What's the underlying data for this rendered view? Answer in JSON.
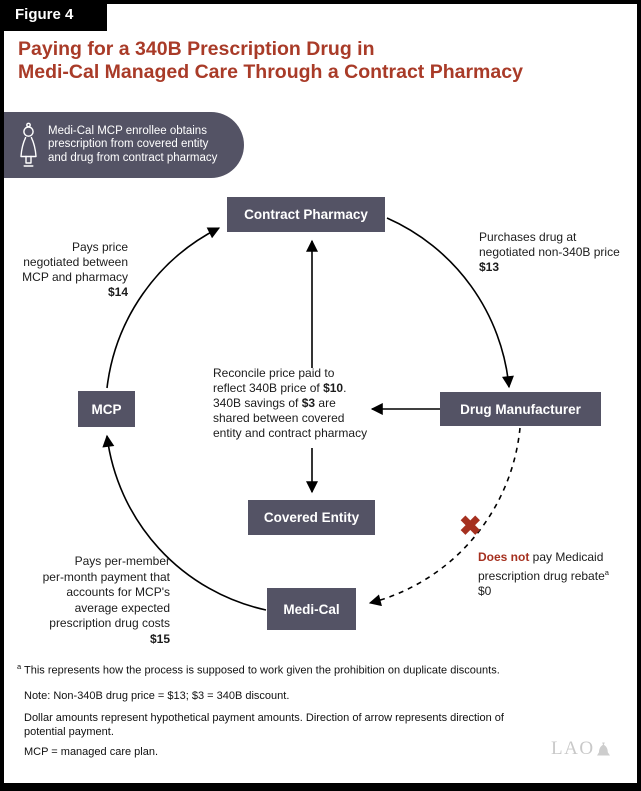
{
  "figure_label": "Figure 4",
  "title": {
    "line1": "Paying for a 340B Prescription Drug in",
    "line2": "Medi-Cal Managed Care Through a Contract Pharmacy"
  },
  "callout": {
    "icon": "enrollee-icon",
    "text": "Medi-Cal MCP enrollee obtains prescription from covered entity and drug from contract pharmacy"
  },
  "nodes": {
    "contract_pharmacy": "Contract Pharmacy",
    "mcp": "MCP",
    "drug_manufacturer": "Drug Manufacturer",
    "covered_entity": "Covered Entity",
    "medi_cal": "Medi-Cal"
  },
  "annotations": {
    "mcp_payment": {
      "lines": [
        "Pays price",
        "negotiated between",
        "MCP and pharmacy"
      ],
      "amount": "$14"
    },
    "purchase": {
      "lines": [
        "Purchases drug at",
        "negotiated non-340B price"
      ],
      "amount": "$13"
    },
    "reconcile": {
      "l1": "Reconcile price paid to",
      "l2a": "reflect 340B price of ",
      "l2b": "$10",
      "l2c": ".",
      "l3a": "340B savings of ",
      "l3b": "$3",
      "l3c": " are",
      "l4": "shared between covered",
      "l5": "entity and contract pharmacy"
    },
    "rebate": {
      "bold": "Does not",
      "rest1": " pay Medicaid",
      "rest2": "prescription drug rebate",
      "sup": "a",
      "amount": "$0"
    },
    "capitation": {
      "lines": [
        "Pays per-member",
        "per-month payment that",
        "accounts for MCP's",
        "average expected",
        "prescription drug costs"
      ],
      "amount": "$15"
    }
  },
  "edges": [
    {
      "from": "MCP",
      "to": "Contract Pharmacy",
      "style": "solid",
      "annotation": "$14"
    },
    {
      "from": "Contract Pharmacy",
      "to": "Drug Manufacturer",
      "style": "solid",
      "annotation": "$13"
    },
    {
      "from": "Drug Manufacturer",
      "to": "reconcile-note",
      "style": "solid"
    },
    {
      "from": "reconcile-note",
      "to": "Contract Pharmacy",
      "style": "solid"
    },
    {
      "from": "reconcile-note",
      "to": "Covered Entity",
      "style": "solid"
    },
    {
      "from": "Drug Manufacturer",
      "to": "Medi-Cal",
      "style": "dashed",
      "blocked": true,
      "annotation": "$0"
    },
    {
      "from": "Medi-Cal",
      "to": "MCP",
      "style": "solid",
      "annotation": "$15"
    }
  ],
  "footnotes": {
    "a_sup": "a",
    "a_text": "This represents how the process is supposed to work given the prohibition on duplicate discounts.",
    "note_price": "Note: Non-340B drug price = $13; $3 = 340B discount.",
    "note_amounts": "Dollar amounts represent hypothetical payment amounts. Direction of arrow represents direction of potential payment.",
    "note_mcp": "MCP = managed care plan."
  },
  "logo": "LAO",
  "x_mark": "✖",
  "colors": {
    "title_red": "#a93b28",
    "node_slate": "#545365",
    "alert_red": "#a5301f",
    "logo_gray": "#c9c9c9",
    "frame_black": "#000000"
  }
}
